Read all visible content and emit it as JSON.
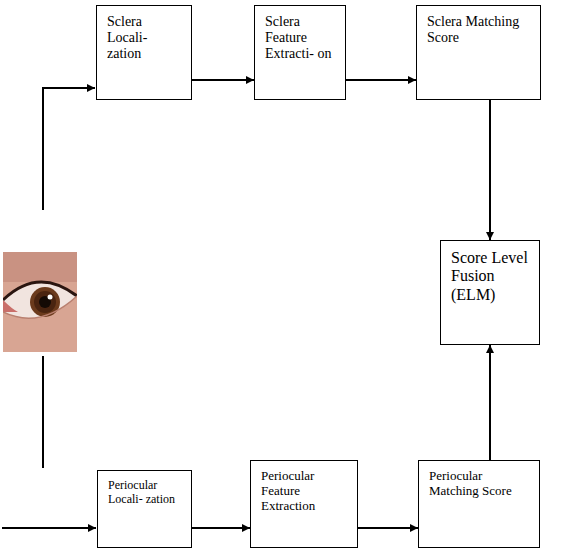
{
  "diagram": {
    "nodes": [
      {
        "text": [
          "Sclera Locali- zation"
        ]
      },
      {
        "text": [
          "Sclera Feature Extracti- on"
        ]
      },
      {
        "text": [
          "Sclera Matching Score"
        ]
      },
      {
        "text": [
          "Score Level Fusion (ELM)"
        ]
      },
      {
        "text": [
          "Periocular Locali- zation"
        ]
      },
      {
        "text": [
          "Periocular Feature Extraction"
        ]
      },
      {
        "text": [
          "Periocular Matching Score"
        ]
      }
    ],
    "edges": [
      {
        "from": 0,
        "to": 1,
        "arrow": "to"
      },
      {
        "from": 1,
        "to": 2,
        "arrow": "to"
      },
      {
        "from": 2,
        "to": 3,
        "arrow": "to"
      },
      {
        "from": 4,
        "to": 5,
        "arrow": "to"
      },
      {
        "from": 5,
        "to": 6,
        "arrow": "to"
      },
      {
        "from": 6,
        "to": 3,
        "arrow": "to"
      }
    ]
  }
}
